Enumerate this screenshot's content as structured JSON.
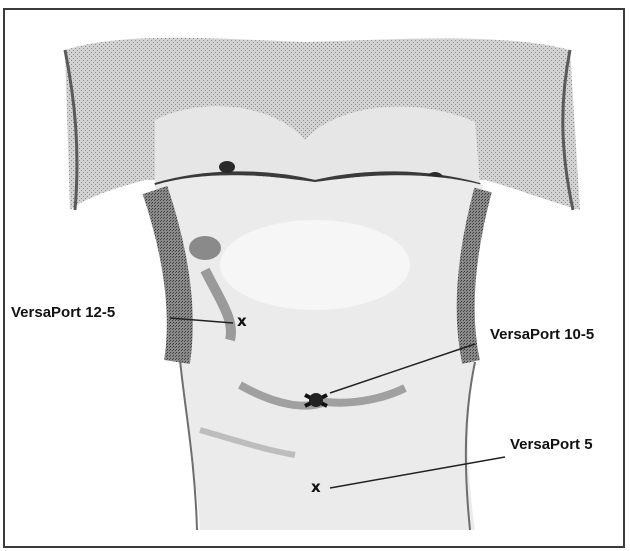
{
  "labels": {
    "port_12_5": "VersaPort 12-5",
    "port_10_5": "VersaPort 10-5",
    "port_5": "VersaPort 5"
  },
  "markers": {
    "mark_12_5": "x",
    "mark_10_5": "x",
    "mark_5": "x"
  },
  "colors": {
    "ink": "#111111",
    "skin_light": "#dcdcdc",
    "skin_mid": "#b4b4b4",
    "skin_dark": "#6e6e6e"
  }
}
